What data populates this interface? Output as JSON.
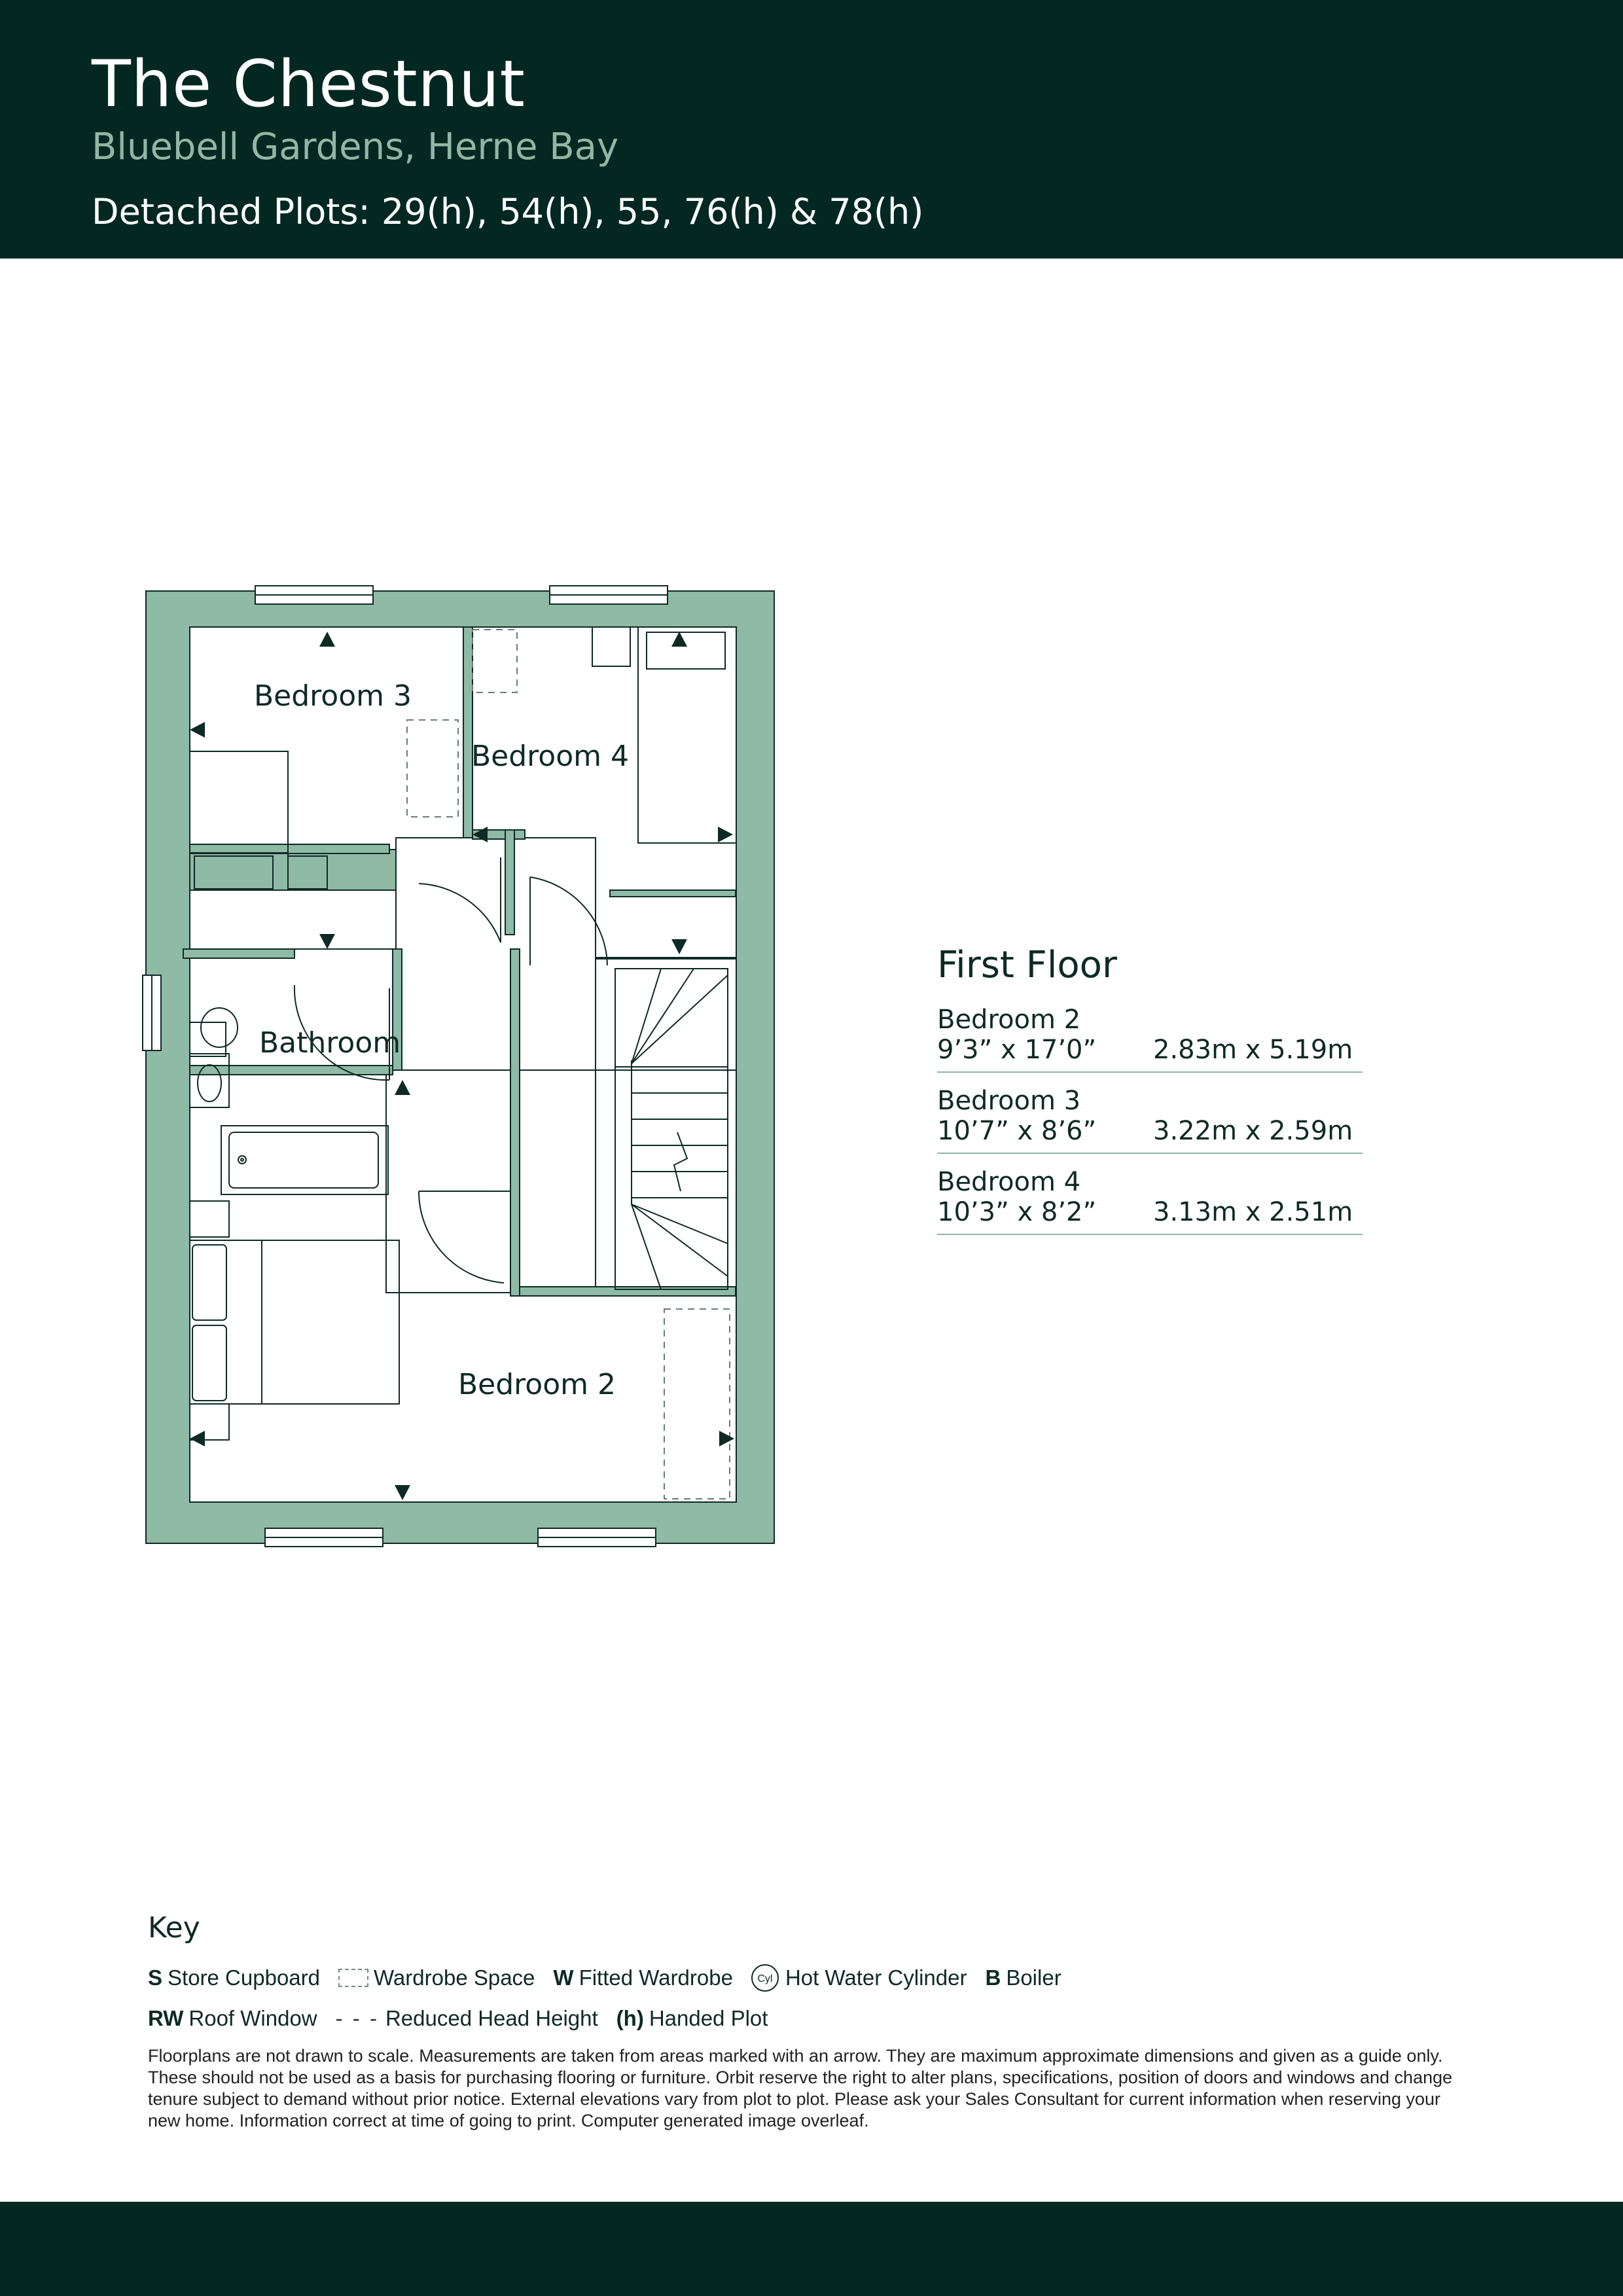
{
  "header": {
    "title": "The Chestnut",
    "subtitle": "Bluebell Gardens, Herne Bay",
    "plots": "Detached Plots: 29(h), 54(h), 55, 76(h) & 78(h)"
  },
  "plan": {
    "rooms": {
      "bedroom3": "Bedroom 3",
      "bedroom4": "Bedroom 4",
      "bathroom": "Bathroom",
      "bedroom2": "Bedroom 2"
    },
    "colors": {
      "wall": "#8fbaa5",
      "line": "#0e2a24"
    }
  },
  "floor": {
    "title": "First Floor",
    "rooms": [
      {
        "name": "Bedroom 2",
        "imperial": "9’3” x 17’0”",
        "metric": "2.83m x 5.19m"
      },
      {
        "name": "Bedroom 3",
        "imperial": "10’7” x 8’6”",
        "metric": "3.22m x 2.59m"
      },
      {
        "name": "Bedroom 4",
        "imperial": "10’3” x 8’2”",
        "metric": "3.13m x 2.51m"
      }
    ]
  },
  "key": {
    "title": "Key",
    "store_code": "S",
    "store_label": "Store Cupboard",
    "wardrobe_space_label": "Wardrobe Space",
    "fitted_code": "W",
    "fitted_label": "Fitted Wardrobe",
    "cyl_code": "Cyl",
    "cyl_label": "Hot Water Cylinder",
    "boiler_code": "B",
    "boiler_label": "Boiler",
    "roof_code": "RW",
    "roof_label": "Roof Window",
    "reduced_glyph": "- - -",
    "reduced_label": "Reduced Head Height",
    "handed_code": "(h)",
    "handed_label": "Handed Plot"
  },
  "disclaimer": "Floorplans are not drawn to scale. Measurements are taken from areas marked with an arrow. They are maximum approximate dimensions and given as a guide only. These should not be used as a basis for purchasing flooring or furniture. Orbit reserve the right to alter plans, specifications, position of doors and windows and change tenure subject to demand without prior notice. External elevations vary from plot to plot. Please ask your Sales Consultant for current information when reserving your new home. Information correct at time of going to print. Computer generated image overleaf.",
  "colors": {
    "header_bg": "#032822",
    "accent": "#8fb8a5"
  }
}
